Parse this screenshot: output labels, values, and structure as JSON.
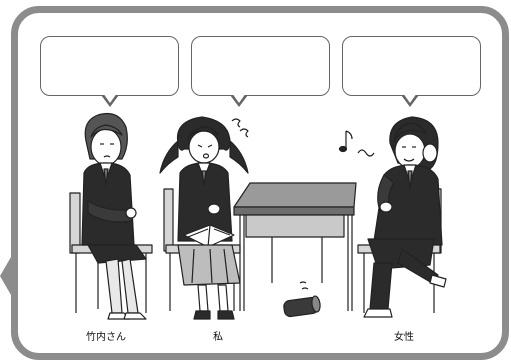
{
  "bubbles": [
    {
      "text": ""
    },
    {
      "text": ""
    },
    {
      "text": ""
    }
  ],
  "characters": [
    {
      "name": "竹内さん"
    },
    {
      "name": "私"
    },
    {
      "name": "女性"
    }
  ],
  "colors": {
    "frame": "#8c8c8c",
    "uniform": "#2b2b2b",
    "table": "#9a9a9a",
    "skirt": "#bdbdbd"
  },
  "icons": [
    "speech-bubble-icon",
    "sweat-mark-icon",
    "music-note-icon",
    "rolling-can-icon"
  ]
}
